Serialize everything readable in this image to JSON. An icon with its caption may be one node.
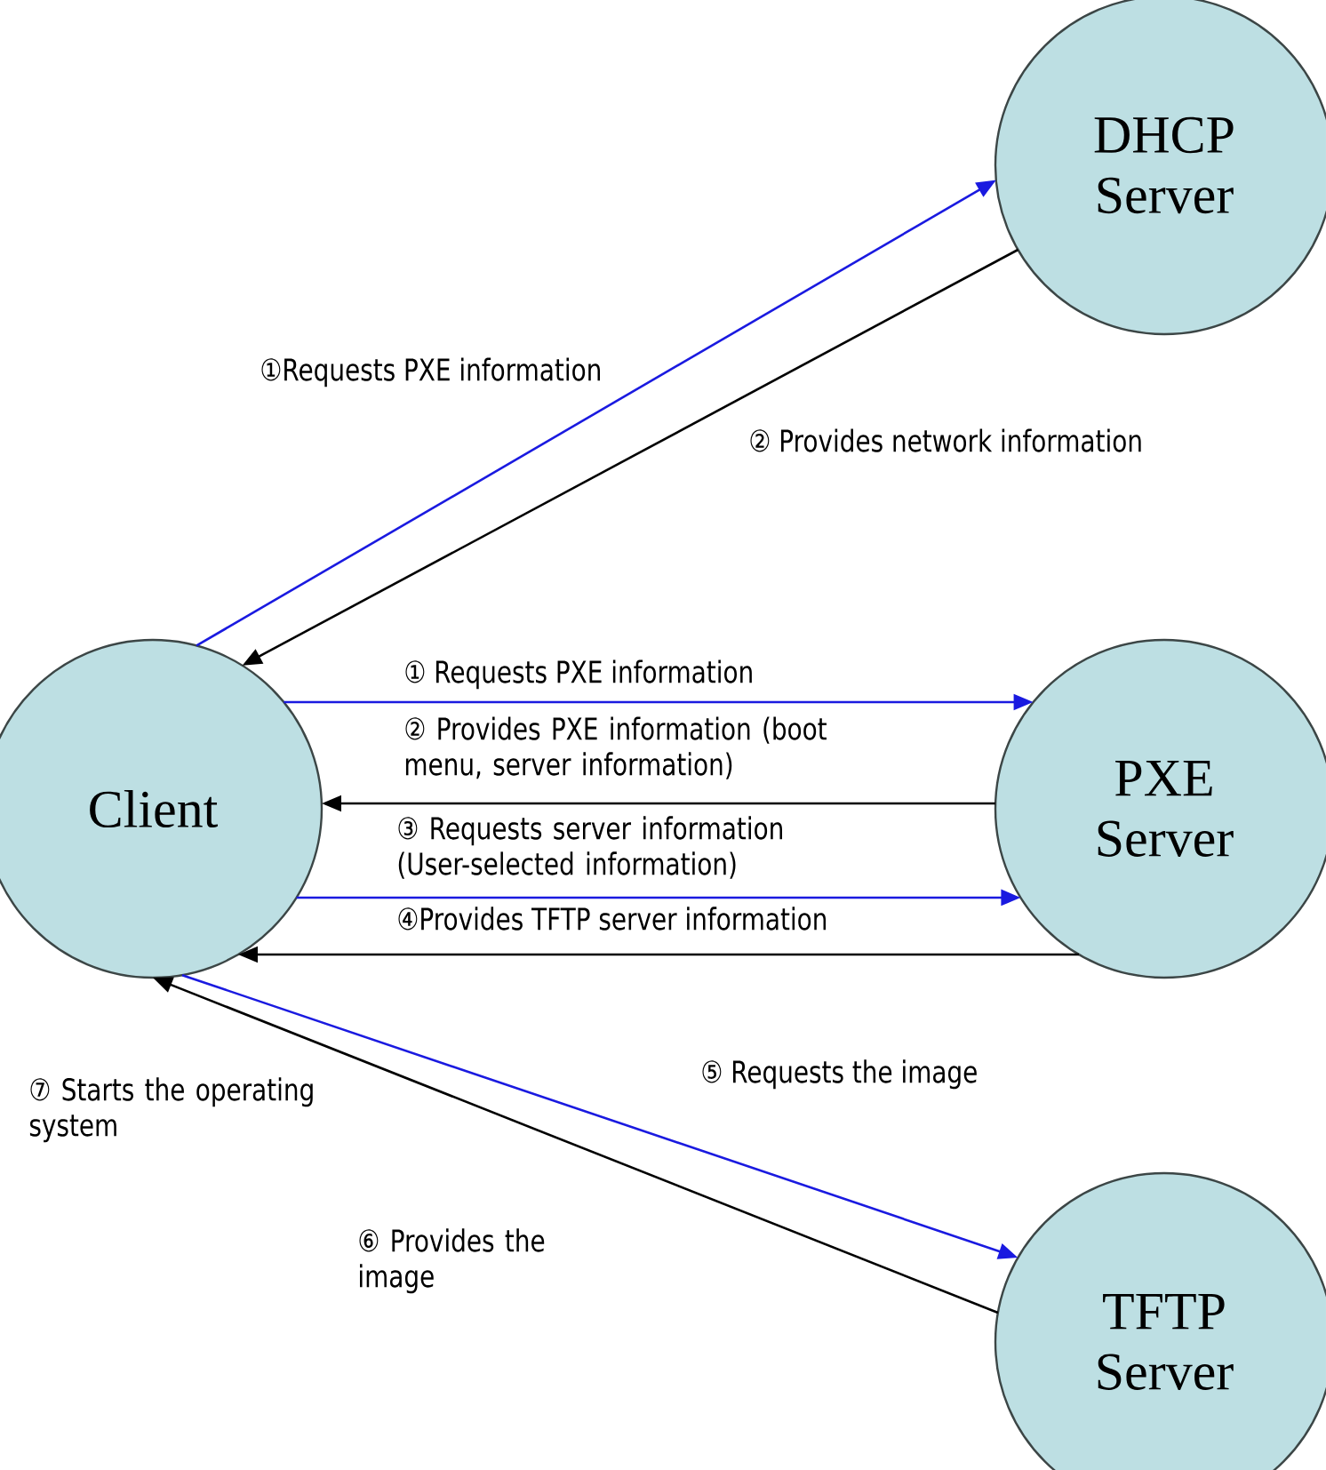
{
  "diagram": {
    "nodes": [
      {
        "text": [
          "DHCP Server"
        ]
      },
      {
        "text": [
          "Client"
        ],
        "beside": [
          "⑦ Starts the operating system"
        ]
      },
      {
        "text": [
          "PXE Server"
        ]
      },
      {
        "text": [
          "TFTP Server"
        ]
      }
    ],
    "edges": [
      {
        "from": 1,
        "to": 0,
        "arrow": "to",
        "label": "①Requests PXE information",
        "color": "#1a1ae0"
      },
      {
        "from": 0,
        "to": 1,
        "arrow": "to",
        "label": "② Provides network information",
        "color": "#000000"
      },
      {
        "from": 1,
        "to": 2,
        "arrow": "to",
        "label": "① Requests PXE information",
        "color": "#1a1ae0"
      },
      {
        "from": 2,
        "to": 1,
        "arrow": "to",
        "label": "② Provides PXE information (boot menu, server information)",
        "color": "#000000"
      },
      {
        "from": 1,
        "to": 2,
        "arrow": "to",
        "label": "③ Requests server information (User-selected information)",
        "color": "#1a1ae0"
      },
      {
        "from": 2,
        "to": 1,
        "arrow": "to",
        "label": "④Provides TFTP server information",
        "color": "#000000"
      },
      {
        "from": 1,
        "to": 3,
        "arrow": "to",
        "label": "⑤ Requests the image",
        "color": "#1a1ae0"
      },
      {
        "from": 3,
        "to": 1,
        "arrow": "to",
        "label": "⑥ Provides the image",
        "color": "#000000"
      }
    ]
  }
}
